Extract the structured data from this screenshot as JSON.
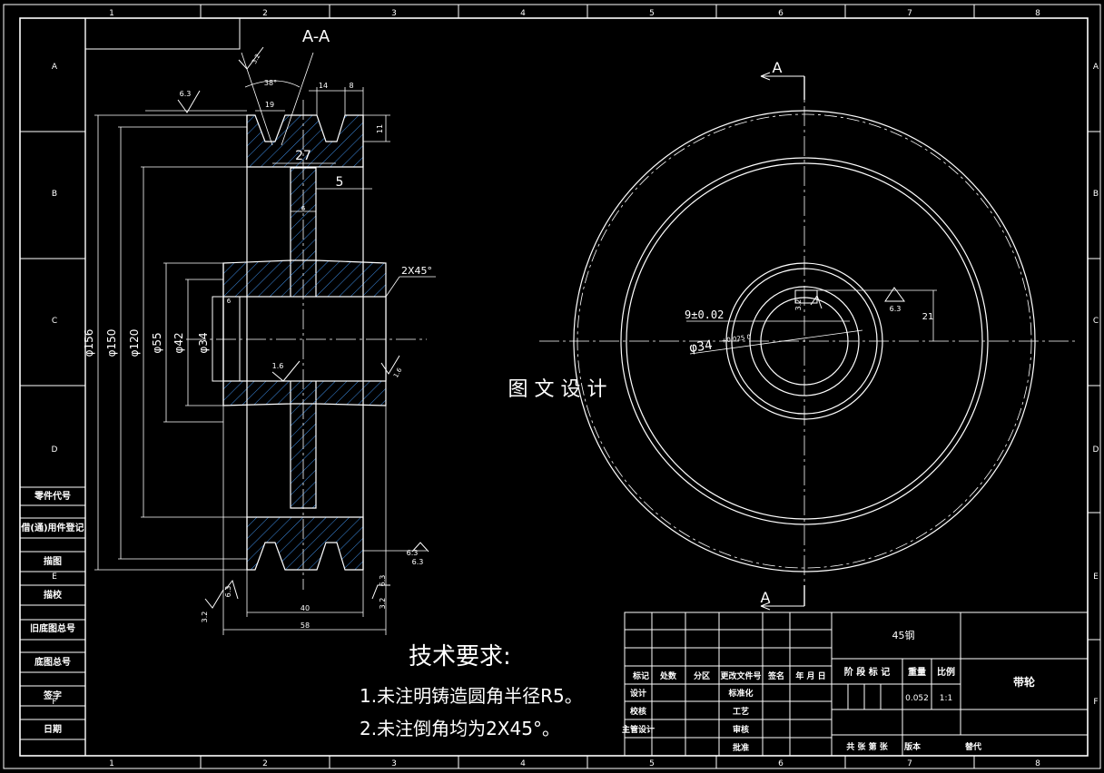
{
  "border": {
    "columns": [
      "1",
      "2",
      "3",
      "4",
      "5",
      "6",
      "7",
      "8"
    ],
    "rows": [
      "A",
      "B",
      "C",
      "D",
      "E",
      "F"
    ]
  },
  "section_label": "A-A",
  "cut_labels": [
    "A",
    "A"
  ],
  "watermark": "图 文 设 计",
  "left_table": [
    "零件代号",
    "借(通)用件登记",
    "描图",
    "描校",
    "旧底图总号",
    "底图总号",
    "签字",
    "日期"
  ],
  "dimensions": {
    "d156": "φ156",
    "d150": "φ150",
    "d120": "φ120",
    "d55": "φ55",
    "d42": "φ42",
    "d34": "φ34",
    "angle": "38°",
    "w19": "19",
    "w14": "14",
    "w8": "8",
    "w11": "11",
    "w27": "27",
    "w5": "5",
    "w6a": "6",
    "w6b": "6",
    "chamfer": "2X45°",
    "w40": "40",
    "w58": "58",
    "r63a": "6.3",
    "r63b": "6.3",
    "r63c": "6.3",
    "r63d": "6.3",
    "r63e": "6.3",
    "r16a": "1.6",
    "r16b": "1.6",
    "r32a": "3.2",
    "r32b": "3.2",
    "r32c": "3.2",
    "r32d": "3.2",
    "key": "9±0.02",
    "bore": "φ34",
    "bore_tol": "+0.025 0",
    "depth": "21",
    "r32e": "3.2",
    "r63f": "6.3"
  },
  "tech_req": {
    "title": "技术要求:",
    "item1": "1.未注明铸造圆角半径R5。",
    "item2": "2.未注倒角均为2X45°。"
  },
  "title_block": {
    "material": "45钢",
    "part_name": "带轮",
    "header": [
      "标记",
      "处数",
      "分区",
      "更改文件号",
      "签名",
      "年 月 日"
    ],
    "left_rows": [
      "设计",
      "校核",
      "主管设计"
    ],
    "mid_rows": [
      "标准化",
      "工艺",
      "审核",
      "批准"
    ],
    "stage_label": "阶 段 标 记",
    "weight_label": "重量",
    "scale_label": "比例",
    "weight": "0.052",
    "scale": "1:1",
    "bottom": [
      "共 张 第 张",
      "版本",
      "替代"
    ]
  }
}
